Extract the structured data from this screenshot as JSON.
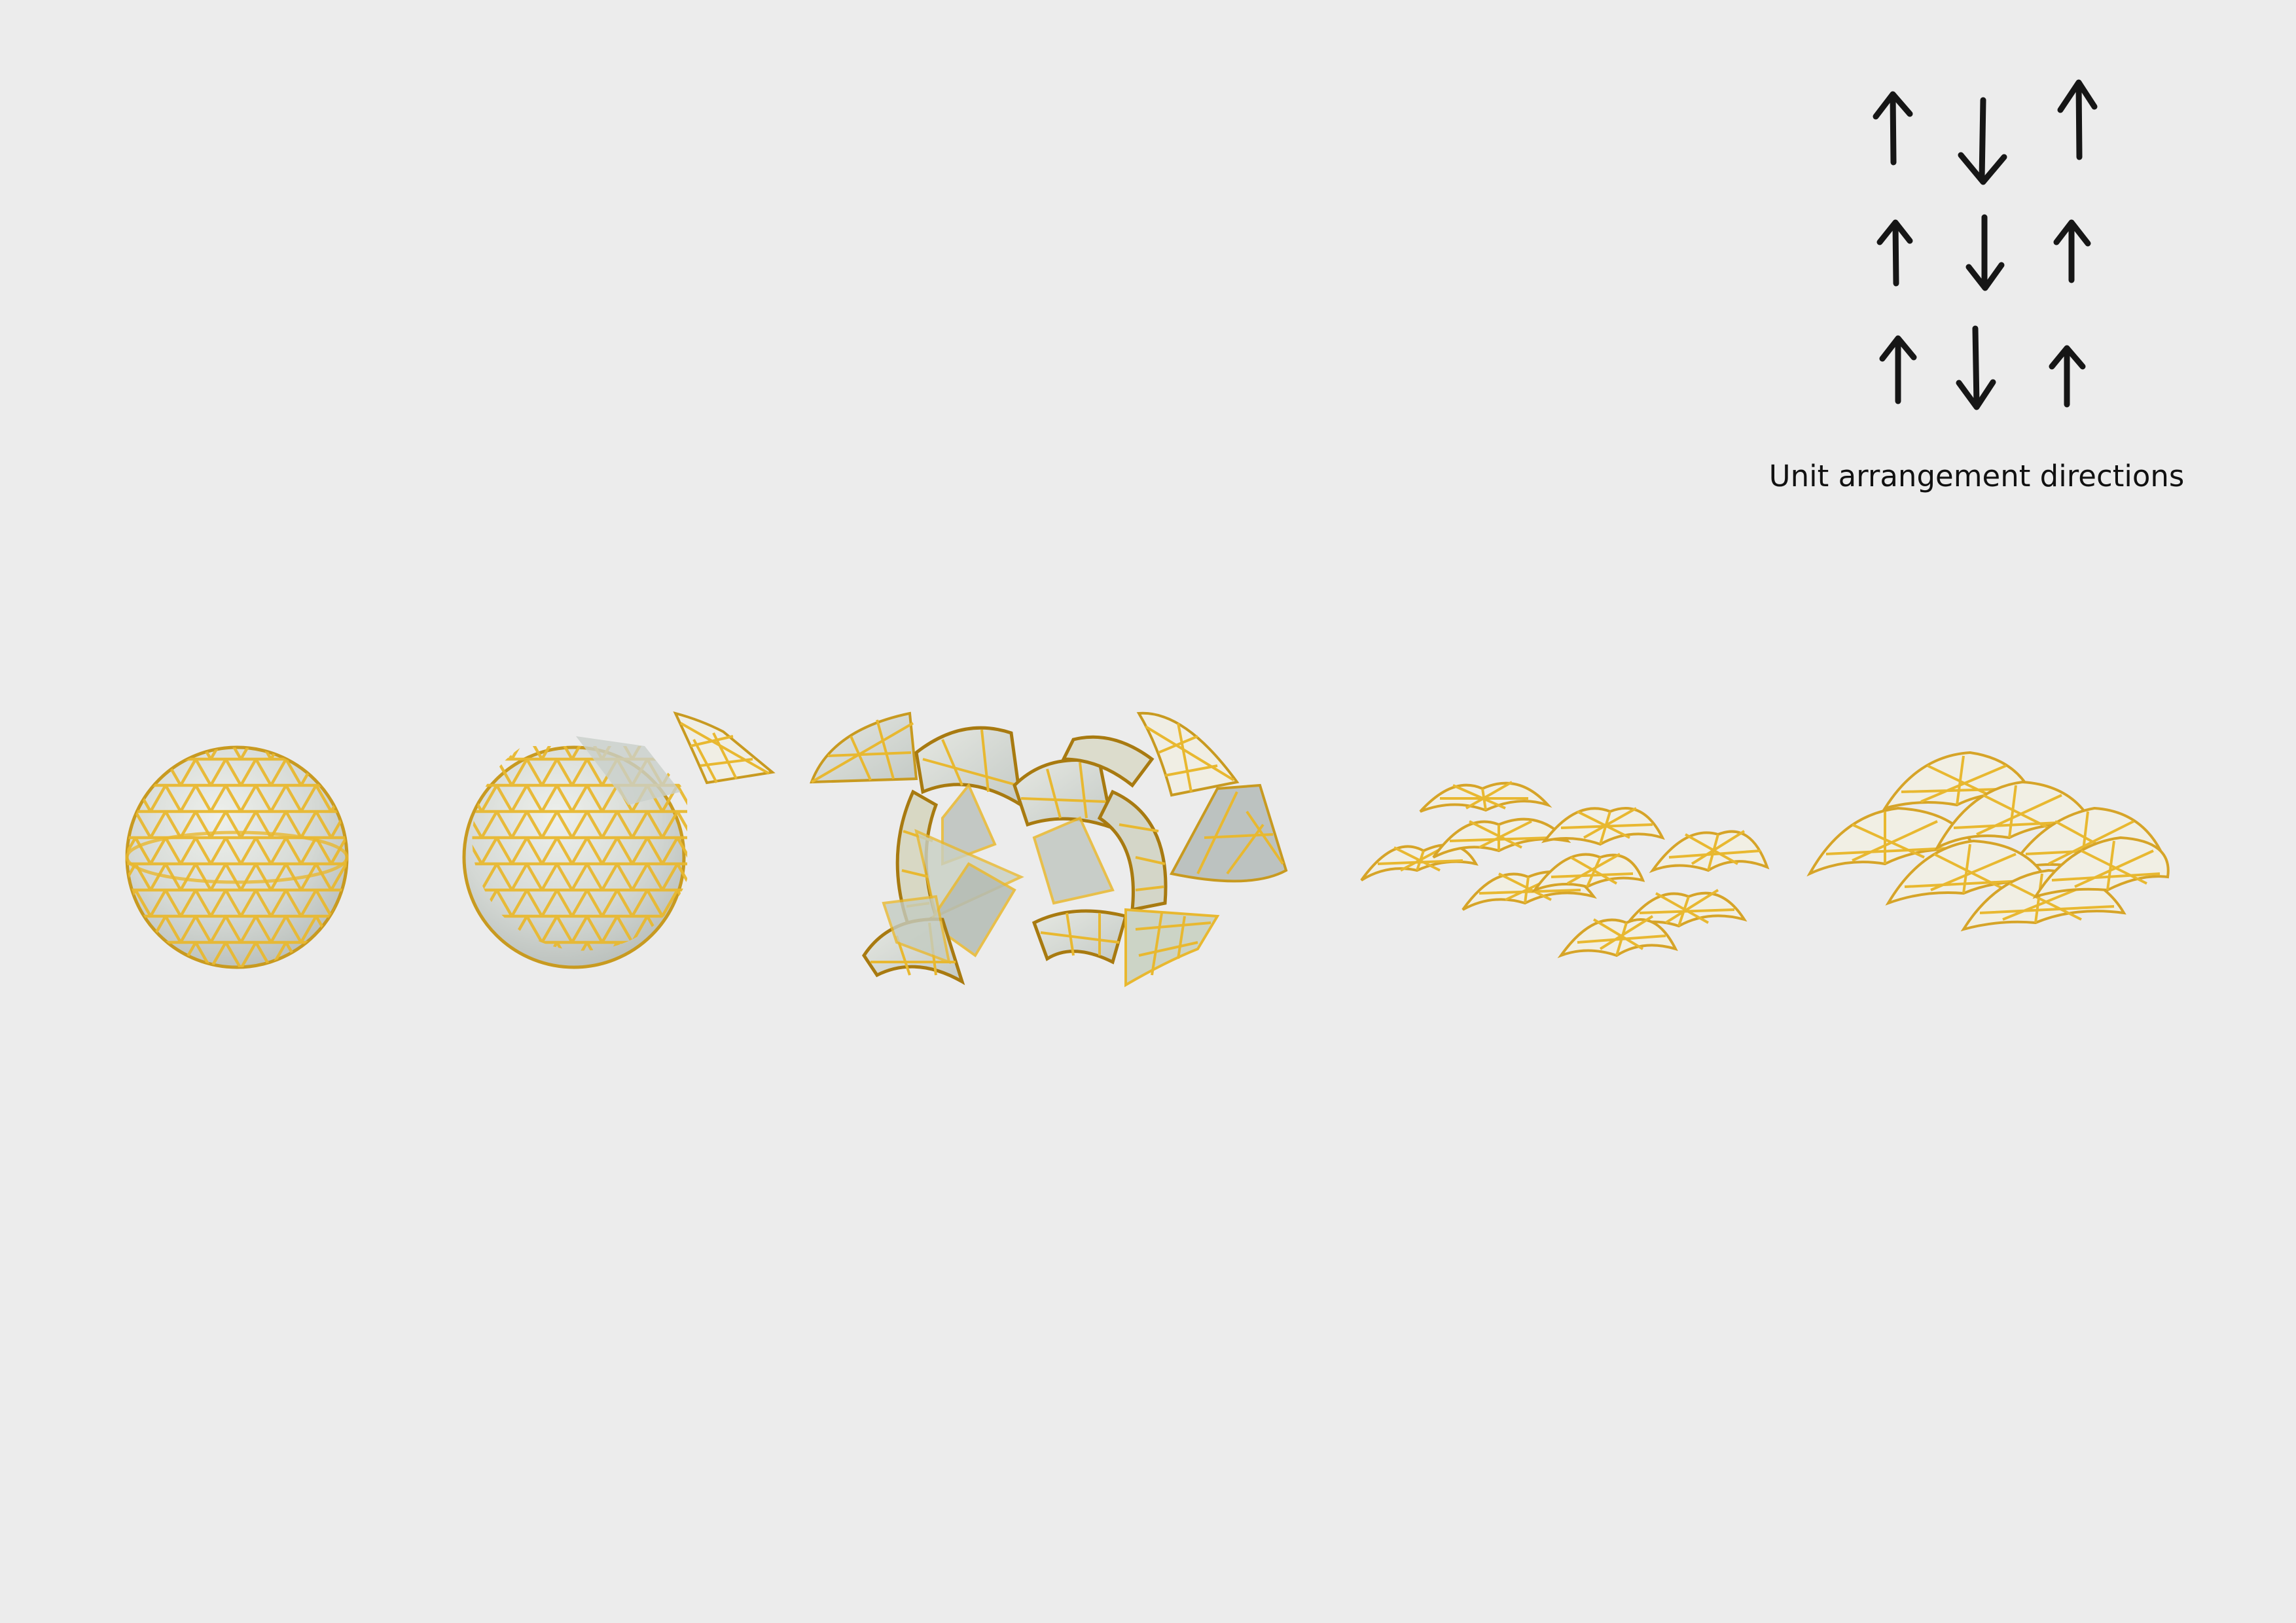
{
  "legend": {
    "caption": "Unit arrangement directions",
    "arrow_grid": [
      [
        "up",
        "down",
        "up"
      ],
      [
        "up",
        "down",
        "up"
      ],
      [
        "up",
        "down",
        "up"
      ]
    ]
  },
  "steps": [
    "geodesic-sphere",
    "sphere-unit-removed",
    "exploded-sphere-units",
    "units-laid-flat",
    "units-stacked"
  ],
  "colors": {
    "background": "#ececec",
    "frame": "#e8b830",
    "frame_dark": "#a87a10",
    "panel": "#d2d6d2",
    "panel_shade": "#b4bab6",
    "arrow": "#161616"
  }
}
